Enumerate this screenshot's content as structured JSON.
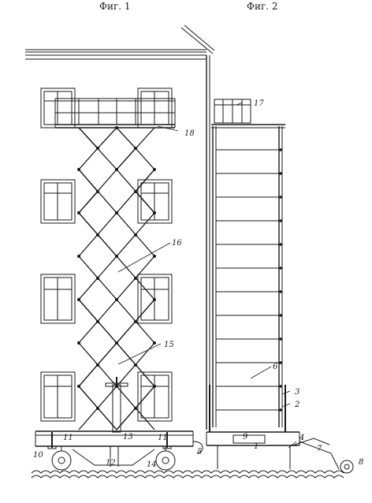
{
  "figures": [
    {
      "title": "Фиг. 1"
    },
    {
      "title": "Фиг. 2"
    }
  ],
  "callouts": [
    {
      "id": "1",
      "text": "1"
    },
    {
      "id": "2",
      "text": "2"
    },
    {
      "id": "3",
      "text": "3"
    },
    {
      "id": "4",
      "text": "4"
    },
    {
      "id": "5",
      "text": "5"
    },
    {
      "id": "6",
      "text": "6"
    },
    {
      "id": "7",
      "text": "7"
    },
    {
      "id": "8",
      "text": "8"
    },
    {
      "id": "9",
      "text": "9"
    },
    {
      "id": "10",
      "text": "10"
    },
    {
      "id": "11a",
      "text": "11"
    },
    {
      "id": "11b",
      "text": "11"
    },
    {
      "id": "12",
      "text": "12"
    },
    {
      "id": "13",
      "text": "13"
    },
    {
      "id": "14",
      "text": "14"
    },
    {
      "id": "15",
      "text": "15"
    },
    {
      "id": "16",
      "text": "16"
    },
    {
      "id": "17",
      "text": "17"
    },
    {
      "id": "18",
      "text": "18"
    }
  ],
  "colors": {
    "ink": "#1a1a1a",
    "paper": "#ffffff"
  }
}
